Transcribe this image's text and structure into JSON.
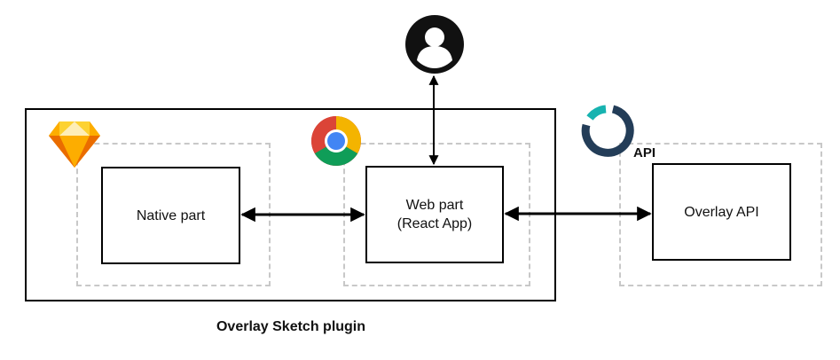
{
  "diagram": {
    "native_part": "Native part",
    "web_part": "Web part\n(React App)",
    "overlay_api": "Overlay API",
    "api_badge": "API",
    "caption": "Overlay Sketch plugin"
  },
  "icons": {
    "sketch": "sketch-logo-icon",
    "chrome": "chrome-logo-icon",
    "user": "user-icon",
    "api": "api-logo-icon"
  },
  "colors": {
    "line": "#000000",
    "dashed": "#c8c8c8",
    "sketch_orange": "#f7a521",
    "api_teal": "#17b3b0",
    "api_navy": "#233d58"
  }
}
